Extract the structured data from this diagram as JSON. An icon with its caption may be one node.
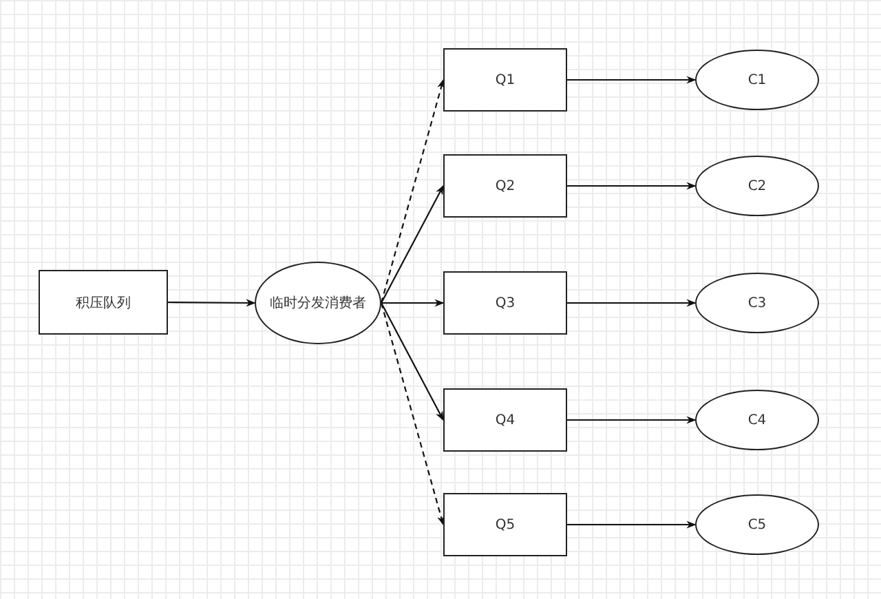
{
  "diagram": {
    "nodes": [
      {
        "text": [
          "积压队列"
        ]
      },
      {
        "text": [
          "临时分发消费者"
        ]
      },
      {
        "text": [
          "Q1"
        ]
      },
      {
        "text": [
          "Q2"
        ]
      },
      {
        "text": [
          "Q3"
        ]
      },
      {
        "text": [
          "Q4"
        ]
      },
      {
        "text": [
          "Q5"
        ]
      },
      {
        "text": [
          "C1"
        ]
      },
      {
        "text": [
          "C2"
        ]
      },
      {
        "text": [
          "C3"
        ]
      },
      {
        "text": [
          "C4"
        ]
      },
      {
        "text": [
          "C5"
        ]
      }
    ],
    "edges": [
      {
        "from": 0,
        "to": 1,
        "arrow": "to"
      },
      {
        "from": 1,
        "to": 2,
        "arrow": "to",
        "style": "dashed"
      },
      {
        "from": 1,
        "to": 3,
        "arrow": "to"
      },
      {
        "from": 1,
        "to": 4,
        "arrow": "to"
      },
      {
        "from": 1,
        "to": 5,
        "arrow": "to"
      },
      {
        "from": 1,
        "to": 6,
        "arrow": "to",
        "style": "dashed"
      },
      {
        "from": 2,
        "to": 7,
        "arrow": "to"
      },
      {
        "from": 3,
        "to": 8,
        "arrow": "to"
      },
      {
        "from": 4,
        "to": 9,
        "arrow": "to"
      },
      {
        "from": 5,
        "to": 10,
        "arrow": "to"
      },
      {
        "from": 6,
        "to": 11,
        "arrow": "to"
      }
    ]
  }
}
